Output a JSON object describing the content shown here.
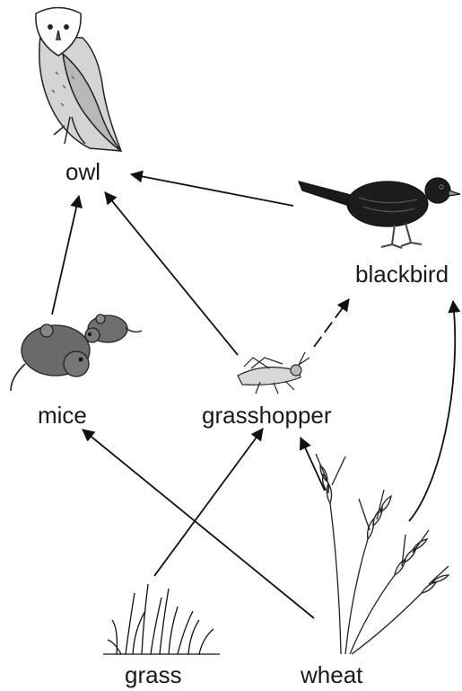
{
  "organisms": {
    "owl": "owl",
    "blackbird": "blackbird",
    "mice": "mice",
    "grasshopper": "grasshopper",
    "grass": "grass",
    "wheat": "wheat"
  },
  "feeding_links": [
    {
      "from": "blackbird",
      "to": "owl"
    },
    {
      "from": "mice",
      "to": "owl"
    },
    {
      "from": "grasshopper",
      "to": "owl"
    },
    {
      "from": "grasshopper",
      "to": "blackbird"
    },
    {
      "from": "grass",
      "to": "grasshopper"
    },
    {
      "from": "wheat",
      "to": "grasshopper"
    },
    {
      "from": "wheat",
      "to": "mice"
    },
    {
      "from": "wheat",
      "to": "blackbird"
    }
  ]
}
